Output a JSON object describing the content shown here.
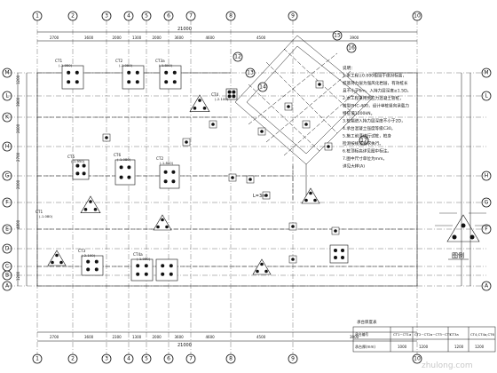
{
  "drawing": {
    "top_axes": [
      "1",
      "2",
      "3",
      "4",
      "5",
      "6",
      "7",
      "8",
      "9",
      "10"
    ],
    "bottom_axes": [
      "1",
      "2",
      "3",
      "4",
      "5",
      "6",
      "7",
      "8",
      "9",
      "10"
    ],
    "left_axes": [
      "M",
      "L",
      "K",
      "H",
      "G",
      "F",
      "E",
      "D",
      "C",
      "B",
      "A"
    ],
    "right_axes": [
      "M",
      "L",
      "H",
      "G",
      "F",
      "A"
    ],
    "diag_axes": [
      "12",
      "13",
      "14",
      "15",
      "16",
      "17"
    ],
    "top_total": "21000",
    "bottom_total": "21000",
    "top_spans": [
      "2700",
      "3600",
      "2000",
      "1300",
      "2000",
      "3600",
      "4600",
      "4500",
      "3900"
    ],
    "bottom_spans": [
      "2700",
      "3600",
      "2300",
      "1300",
      "2000",
      "3600",
      "4600",
      "4500",
      "3900"
    ],
    "left_dims": [
      "1200",
      "3900",
      "2600",
      "2700",
      "2000",
      "4800",
      "1200"
    ],
    "cap_labels": [
      "CT1",
      "CT2",
      "CT3a",
      "CT4",
      "CT5",
      "CT6",
      "CT2",
      "CT3",
      "CT4a",
      "CT1"
    ],
    "elev_labels": [
      "(-1.950)",
      "(-1.080)",
      "(-1.800)",
      "(-2.100)"
    ],
    "legend_title": "图例",
    "zhulong": "zhulong.com",
    "l_note": "L=3m",
    "notes": [
      "说明：",
      "1.本工程±0.000相当于绝对标高，",
      "  桩基持力层为强风化岩层，有效桩长",
      "  且不小于6m，入持力层深度≥1.5D。",
      "2.本工程采用预应力混凝土管桩，",
      "  桩型PHC-400，设计单桩竖向承载力",
      "  特征值1200kN。",
      "3.桩端进入持力层深度不小于2D，",
      "4.承台混凝土强度等级C30。",
      "5.施工前须进行试桩，桩身",
      "  检测按规范要求执行。",
      "6.桩顶标高详见图中标注。",
      "7.图中尺寸单位为mm。",
      "详见大样(A)"
    ],
    "table": {
      "title": "承台厚度表",
      "row1": [
        "承台编号",
        "CT1~CT1a",
        "CT2~CT2a~CT3~CT5",
        "CT3a",
        "CT4,CT4a,CT6"
      ],
      "row2": [
        "承台厚(mm)",
        "1000",
        "1200",
        "1200",
        "1200"
      ]
    }
  }
}
